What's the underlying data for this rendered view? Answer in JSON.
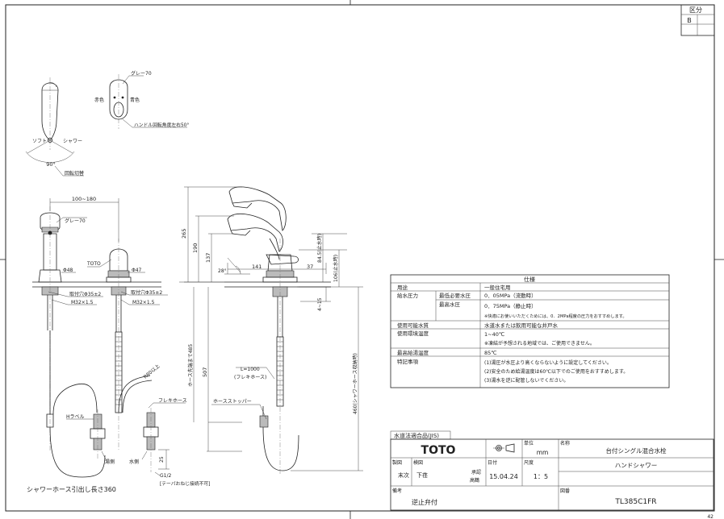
{
  "revision_box": {
    "label": "区分",
    "value": "B"
  },
  "top_view": {
    "gray": "グレー70",
    "red": "赤色",
    "blue": "青色",
    "handle_angle": "ハンドル回転角度左右50°",
    "soft": "ソフト",
    "shower": "シャワー",
    "angle": "90°",
    "switch": "回転切替"
  },
  "front_view": {
    "dim_top": "100~180",
    "gray": "グレー70",
    "d48": "Φ48",
    "toto": "TOTO",
    "d47": "Φ47",
    "hole_left": "取付穴Φ35±2",
    "thread_left": "M32×1.5",
    "hole_right": "取付穴Φ35±2",
    "thread_right": "M32×1.5",
    "hose_len": "ホース先端まで485",
    "r": "R80以上",
    "flex": "フレキホース",
    "h_label": "Hラベル",
    "hot": "湯側",
    "cold": "水側",
    "dim_25": "25",
    "g12": "G1/2",
    "taper": "[テーパおねじ接続不可]",
    "shower_pull": "シャワーホース引出し長さ360"
  },
  "side_view": {
    "d265": "265",
    "d190": "190",
    "d137": "137",
    "d28": "28°",
    "d141": "141",
    "d37": "37",
    "d507": "507",
    "d645": "84.5(止水時)",
    "d106": "106(止水時)",
    "d4_15": "4~15",
    "l1000": "L=1000",
    "flex": "(フレキホース)",
    "stopper": "ホースストッパー",
    "d460": "460(シャワーホース収納時)"
  },
  "spec": {
    "title": "仕様",
    "rows": [
      {
        "k": "用途",
        "s": "",
        "v": [
          "一般住宅用"
        ]
      },
      {
        "k": "給水圧力",
        "s": "最低必要水圧",
        "v": [
          "0．05MPa（流動時）"
        ]
      },
      {
        "k": "",
        "s": "最高水圧",
        "v": [
          "0．75MPa（静止時）",
          "※快適にお使いいただくためには、0．2MPa程度の圧力をおすすめします。"
        ]
      },
      {
        "k": "使用可能水質",
        "s": "",
        "v": [
          "水道水または飲用可能な井戸水"
        ]
      },
      {
        "k": "使用環境温度",
        "s": "",
        "v": [
          "1~40℃",
          "※凍結が予想される地域では、ご使用できません。"
        ]
      },
      {
        "k": "最高給湯温度",
        "s": "",
        "v": [
          "85℃"
        ]
      },
      {
        "k": "特記事項",
        "s": "",
        "v": [
          "(1)湯圧が水圧より高くならないように設定してください。",
          "(2)安全のため給湯温度は60℃以下でのご使用をおすすめします。",
          "(3)湯水を逆に配管しないでください。"
        ]
      }
    ]
  },
  "title_block": {
    "jis": "水道法適合品(JIS)",
    "brand": "TOTO",
    "unit_label": "単位",
    "unit": "mm",
    "name_label": "名称",
    "name1": "台付シングル混合水栓",
    "name2": "ハンドシャワー",
    "drawn_label": "製図",
    "drawn": "末次",
    "checked_label": "検図",
    "checked": "下荏",
    "approved_label": "承認",
    "approved": "高鶴",
    "date_label": "日付",
    "date": "15.04.24",
    "scale_label": "尺度",
    "scale": "1：5",
    "note_label": "備考",
    "note": "逆止弁付",
    "number_label": "図番",
    "number": "TL385C1FR"
  },
  "page_no": "42"
}
